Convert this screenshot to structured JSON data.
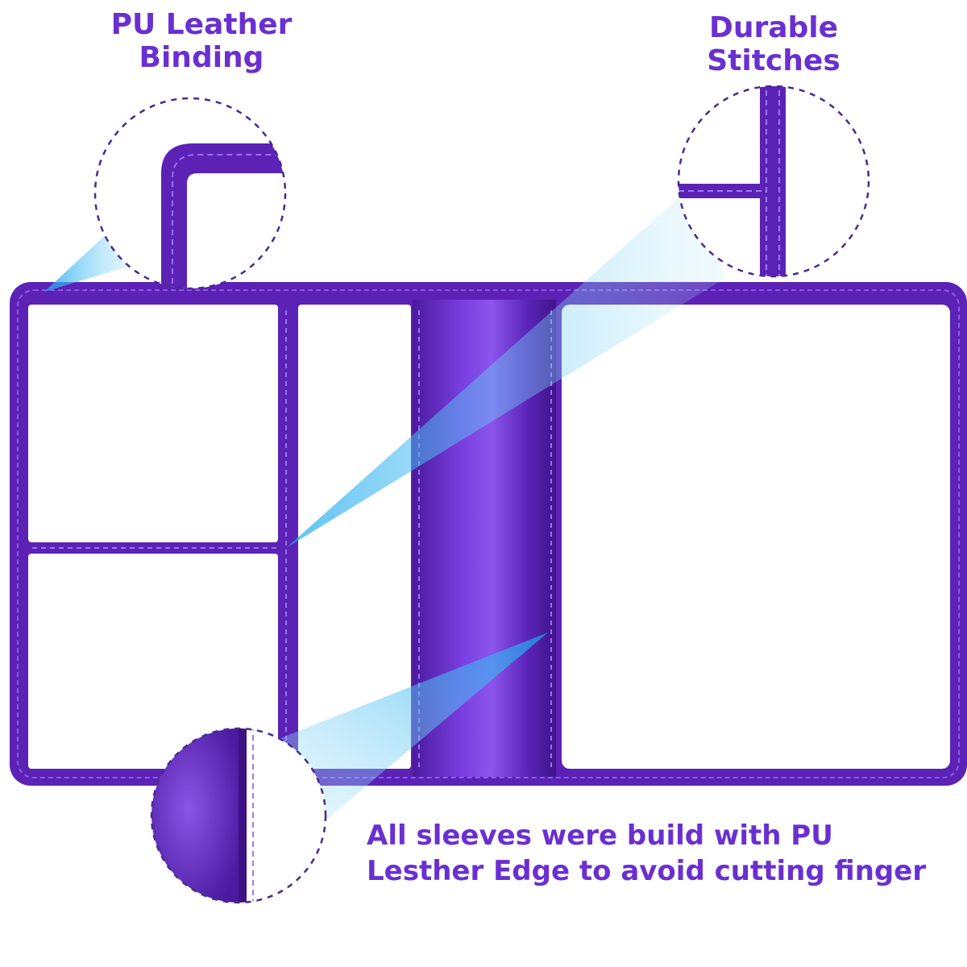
{
  "callouts": {
    "binding": {
      "line1": "PU Leather",
      "line2": "Binding"
    },
    "stitches": {
      "line1": "Durable",
      "line2": "Stitches"
    },
    "edge": {
      "line1": "All sleeves were build with PU",
      "line2": "Lesther Edge to avoid cutting finger"
    }
  },
  "colors": {
    "leather": "#5b22b5",
    "leather_dark": "#3d1285",
    "leather_light": "#7b45d6",
    "text": "#6a2fd1",
    "beam": "#2ab8f0",
    "dashed_circle": "#4a2a90"
  }
}
